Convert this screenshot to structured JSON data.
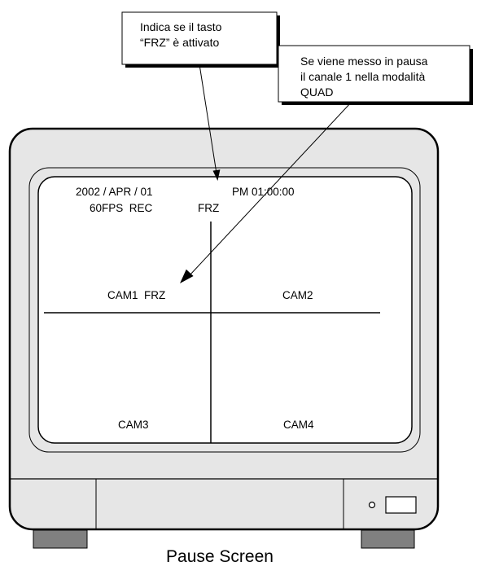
{
  "callouts": {
    "frz_key": {
      "line1": "Indica se il tasto",
      "line2": "“FRZ” è attivato"
    },
    "pause_ch1": {
      "line1": "Se viene messo in pausa",
      "line2": "il canale 1 nella modalità",
      "line3": "QUAD"
    }
  },
  "osd": {
    "date": "2002 / APR / 01",
    "time": "PM 01:00:00",
    "fps_rec": "60FPS  REC",
    "frz": "FRZ"
  },
  "cameras": {
    "cam1": "CAM1  FRZ",
    "cam2": "CAM2",
    "cam3": "CAM3",
    "cam4": "CAM4"
  },
  "caption": "Pause Screen"
}
